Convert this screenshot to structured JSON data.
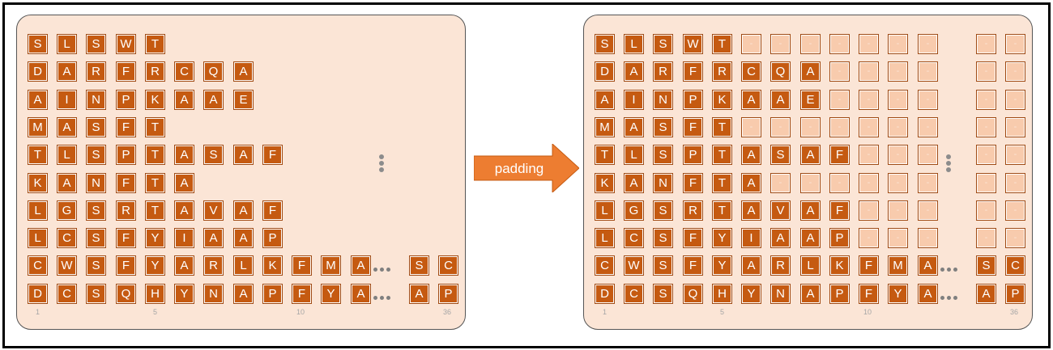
{
  "colors": {
    "residue": "#c55a11",
    "padding": "#f8cbad",
    "panel": "#fbe5d6",
    "arrow": "#ed7d31"
  },
  "arrow_label": "padding",
  "pad_symbol": "-",
  "ellipsis_symbol": "...",
  "sequences": [
    {
      "start": [
        "S",
        "L",
        "S",
        "W",
        "T"
      ],
      "end": []
    },
    {
      "start": [
        "D",
        "A",
        "R",
        "F",
        "R",
        "C",
        "Q",
        "A"
      ],
      "end": []
    },
    {
      "start": [
        "A",
        "I",
        "N",
        "P",
        "K",
        "A",
        "A",
        "E"
      ],
      "end": []
    },
    {
      "start": [
        "M",
        "A",
        "S",
        "F",
        "T"
      ],
      "end": []
    },
    {
      "start": [
        "T",
        "L",
        "S",
        "P",
        "T",
        "A",
        "S",
        "A",
        "F"
      ],
      "end": []
    },
    {
      "start": [
        "K",
        "A",
        "N",
        "F",
        "T",
        "A"
      ],
      "end": []
    },
    {
      "start": [
        "L",
        "G",
        "S",
        "R",
        "T",
        "A",
        "V",
        "A",
        "F"
      ],
      "end": []
    },
    {
      "start": [
        "L",
        "C",
        "S",
        "F",
        "Y",
        "I",
        "A",
        "A",
        "P"
      ],
      "end": []
    },
    {
      "start": [
        "C",
        "W",
        "S",
        "F",
        "Y",
        "A",
        "R",
        "L",
        "K",
        "F",
        "M",
        "A"
      ],
      "end": [
        "S",
        "C"
      ]
    },
    {
      "start": [
        "D",
        "C",
        "S",
        "Q",
        "H",
        "Y",
        "N",
        "A",
        "P",
        "F",
        "Y",
        "A"
      ],
      "end": [
        "A",
        "P"
      ]
    }
  ],
  "position_labels": [
    "1",
    "5",
    "10",
    "36"
  ]
}
